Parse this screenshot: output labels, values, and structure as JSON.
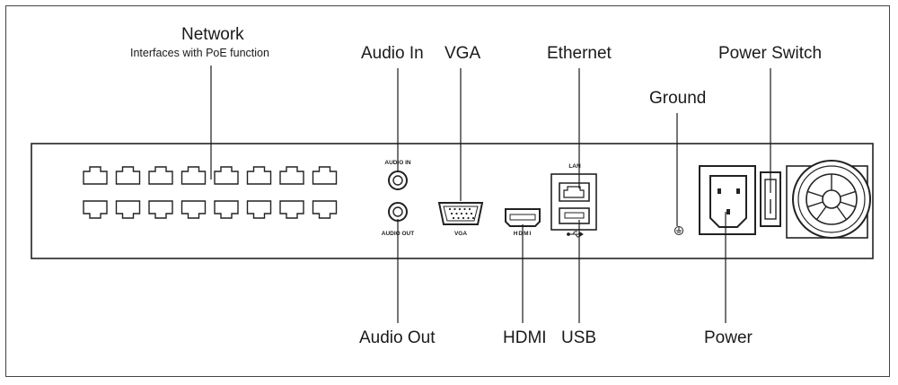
{
  "labels": {
    "network": "Network",
    "network_sub": "Interfaces with PoE function",
    "audio_in": "Audio In",
    "vga": "VGA",
    "ethernet": "Ethernet",
    "power_switch": "Power Switch",
    "ground": "Ground",
    "audio_out": "Audio Out",
    "hdmi": "HDMI",
    "usb": "USB",
    "power": "Power"
  },
  "panel_text": {
    "audio_in": "AUDIO IN",
    "audio_out": "AUDIO OUT",
    "vga": "VGA",
    "hdmi": "HDMI",
    "lan": "LAN"
  },
  "network_ports": {
    "rows": 2,
    "columns": 8
  },
  "colors": {
    "line": "#1a1a1a",
    "frame": "#444444",
    "panel_border": "#222222"
  }
}
